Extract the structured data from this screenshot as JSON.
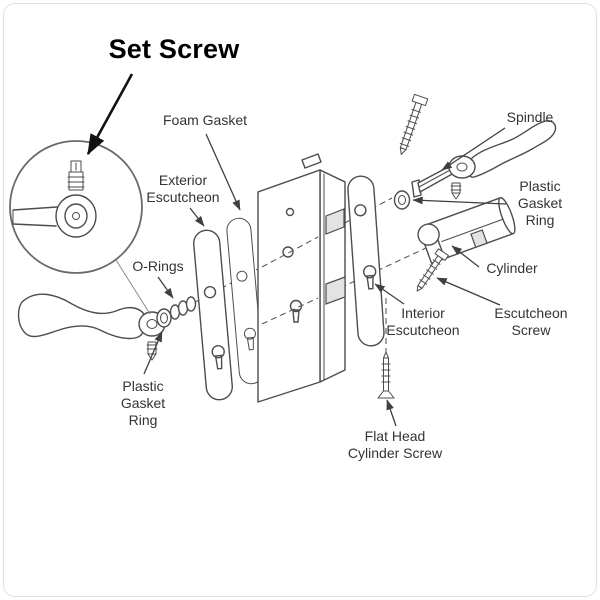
{
  "diagram": {
    "title": "Set Screw",
    "labels": {
      "foam_gasket": "Foam Gasket",
      "exterior_escutcheon": "Exterior Escutcheon",
      "o_rings": "O-Rings",
      "plastic_gasket_ring_left": "Plastic Gasket Ring",
      "spindle": "Spindle",
      "plastic_gasket_ring_right": "Plastic Gasket Ring",
      "cylinder": "Cylinder",
      "interior_escutcheon": "Interior Escutcheon",
      "escutcheon_screw": "Escutcheon Screw",
      "flat_head_cylinder_screw": "Flat Head Cylinder Screw"
    },
    "colors": {
      "background": "#ffffff",
      "line_art": "#4d4d4d",
      "label_text": "#333333",
      "title_text": "#000000",
      "border": "#e0e0e0"
    }
  }
}
